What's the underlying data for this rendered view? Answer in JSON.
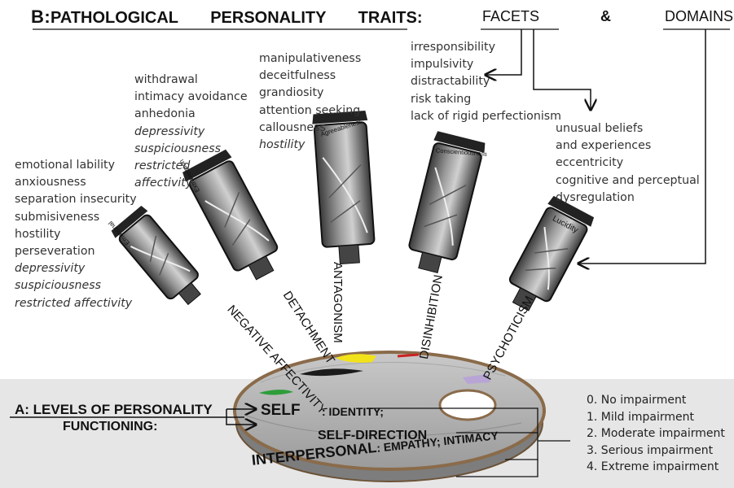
{
  "header": {
    "section_b": "B:",
    "title": "PATHOLOGICAL PERSONALITY TRAITS:",
    "facets": "FACETS",
    "amp": "&",
    "domains": "DOMAINS"
  },
  "domains": [
    {
      "name": "NEGATIVE AFFECTIVITY",
      "tube_label": "Emotional",
      "facets": [
        {
          "text": "emotional lability",
          "italic": false
        },
        {
          "text": "anxiousness",
          "italic": false
        },
        {
          "text": "separation insecurity",
          "italic": false
        },
        {
          "text": "submisiveness",
          "italic": false
        },
        {
          "text": "hostility",
          "italic": false
        },
        {
          "text": "perseveration",
          "italic": false
        },
        {
          "text": "depressivity",
          "italic": true
        },
        {
          "text": "suspiciousness",
          "italic": true
        },
        {
          "text": "restricted affectivity",
          "italic": true
        }
      ]
    },
    {
      "name": "DETACHMENT",
      "tube_label": "Extraversion",
      "facets": [
        {
          "text": "withdrawal",
          "italic": false
        },
        {
          "text": "intimacy avoidance",
          "italic": false
        },
        {
          "text": "anhedonia",
          "italic": false
        },
        {
          "text": "depressivity",
          "italic": true
        },
        {
          "text": "suspiciousness",
          "italic": true
        },
        {
          "text": "restricted",
          "italic": true
        },
        {
          "text": "affectivity",
          "italic": true
        }
      ]
    },
    {
      "name": "ANTAGONISM",
      "tube_label": "Agreeableness",
      "facets": [
        {
          "text": "manipulativeness",
          "italic": false
        },
        {
          "text": "deceitfulness",
          "italic": false
        },
        {
          "text": "grandiosity",
          "italic": false
        },
        {
          "text": "attention seeking",
          "italic": false
        },
        {
          "text": "callousness",
          "italic": false
        },
        {
          "text": "hostility",
          "italic": true
        }
      ]
    },
    {
      "name": "DISINHIBITION",
      "tube_label": "Conscientiousness",
      "facets": [
        {
          "text": "irresponsibility",
          "italic": false
        },
        {
          "text": "impulsivity",
          "italic": false
        },
        {
          "text": "distractability",
          "italic": false
        },
        {
          "text": "risk taking",
          "italic": false
        },
        {
          "text": "lack of rigid perfectionism",
          "italic": false
        }
      ]
    },
    {
      "name": "PSYCHOTICISM",
      "tube_label": "Lucidity",
      "facets": [
        {
          "text": "unusual beliefs",
          "italic": false
        },
        {
          "text": "and experiences",
          "italic": false
        },
        {
          "text": "eccentricity",
          "italic": false
        },
        {
          "text": "cognitive and perceptual",
          "italic": false
        },
        {
          "text": "dysregulation",
          "italic": false
        }
      ]
    }
  ],
  "functioning": {
    "section_a": "A: LEVELS OF PERSONALITY",
    "section_a_line2": "FUNCTIONING:",
    "self": "SELF",
    "self_sub": ": IDENTITY;",
    "self_direction": "SELF-DIRECTION",
    "interpersonal": "INTERPERSONAL",
    "interpersonal_sub": ": EMPATHY; INTIMACY"
  },
  "impairment_levels": [
    "0. No impairment",
    "1. Mild impairment",
    "2. Moderate impairment",
    "3. Serious impairment",
    "4. Extreme impairment"
  ],
  "colors": {
    "band": "#e6e6e6",
    "palette": "#b3b3b3",
    "palette_edge": "#8a6b4a",
    "paint_green": "#2e9d3a",
    "paint_yellow": "#f2e21a",
    "paint_red": "#cc2222",
    "paint_lilac": "#b9a4d6",
    "paint_black": "#1a1a1a"
  }
}
